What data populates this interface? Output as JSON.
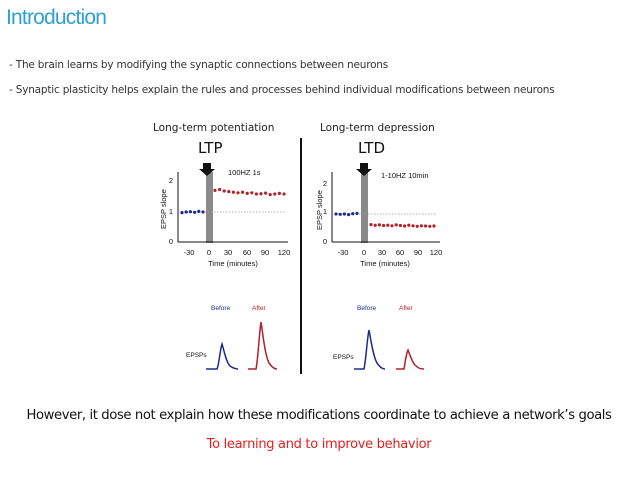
{
  "title": "Introduction",
  "bullets": [
    "- The brain learns by modifying the synaptic connections between neurons",
    "- Synaptic plasticity helps explain the rules and processes behind individual modifications between neurons"
  ],
  "ltp": {
    "heading": "Long-term potentiation",
    "label": "LTP",
    "stimulus": "100HZ 1s",
    "ylabel": "EPSP slope",
    "xlabel": "Time (minutes)",
    "yticks": [
      "0",
      "1",
      "2"
    ],
    "xticks": [
      "-30",
      "0",
      "30",
      "60",
      "90",
      "120"
    ],
    "before_label": "Before",
    "after_label": "After",
    "epsp_label": "EPSPs",
    "baseline": 1.0,
    "before_values": [
      0.98,
      1.0,
      1.01,
      0.99,
      1.02,
      1.0
    ],
    "after_values": [
      1.72,
      1.75,
      1.7,
      1.68,
      1.66,
      1.64,
      1.66,
      1.62,
      1.64,
      1.6,
      1.61,
      1.63,
      1.58,
      1.6,
      1.62,
      1.6
    ]
  },
  "ltd": {
    "heading": "Long-term depression",
    "label": "LTD",
    "stimulus": "1-10HZ 10min",
    "ylabel": "EPSP slope",
    "xlabel": "Time (minutes)",
    "yticks": [
      "0",
      "1",
      "2"
    ],
    "xticks": [
      "-30",
      "0",
      "30",
      "60",
      "90",
      "120"
    ],
    "before_label": "Before",
    "after_label": "After",
    "epsp_label": "EPSPs",
    "baseline": 1.0,
    "before_values": [
      1.0,
      0.99,
      1.0,
      0.98,
      1.01,
      1.02
    ],
    "after_values": [
      0.62,
      0.6,
      0.61,
      0.59,
      0.6,
      0.58,
      0.61,
      0.59,
      0.57,
      0.6,
      0.58,
      0.56,
      0.58,
      0.57,
      0.56,
      0.57
    ]
  },
  "colors": {
    "title": "#2e9fd4",
    "before": "#1f2a8a",
    "after": "#b3202a",
    "highlight": "#e02020"
  },
  "bottom": {
    "line1": "However, it dose not explain how these modifications coordinate to achieve a network’s goals",
    "line2": "To learning and to improve behavior"
  }
}
